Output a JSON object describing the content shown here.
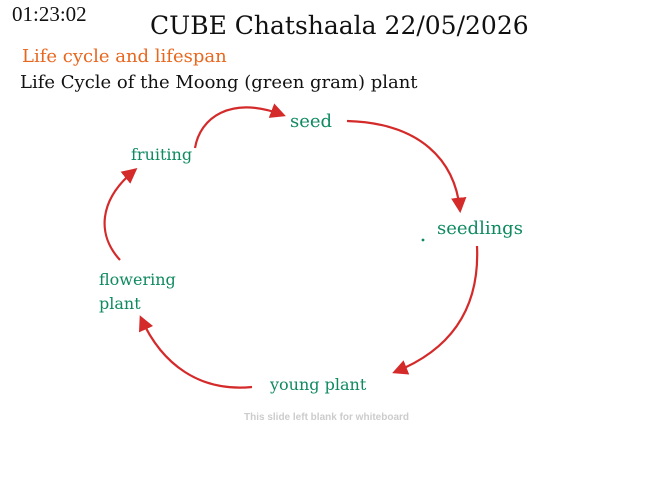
{
  "header": {
    "timer": "01:23:02",
    "title": "CUBE Chatshaala 22/05/2026"
  },
  "slide": {
    "subtitle": "Life cycle and lifespan",
    "heading": "Life Cycle of the Moong (green gram) plant",
    "footnote": "This slide left blank for whiteboard"
  },
  "cycle": {
    "stages": [
      {
        "id": "seed",
        "label": "seed"
      },
      {
        "id": "seedlings",
        "label": "seedlings"
      },
      {
        "id": "young-plant",
        "label": "young plant"
      },
      {
        "id": "flowering-plant",
        "label": "flowering\nplant"
      },
      {
        "id": "fruiting",
        "label": "fruiting"
      }
    ]
  },
  "colors": {
    "title_text": "#111111",
    "subtitle_text": "#e8671f",
    "stage_text": "#0f8a5f",
    "arrow": "#d42a2a",
    "footnote_text": "#cccccc"
  }
}
